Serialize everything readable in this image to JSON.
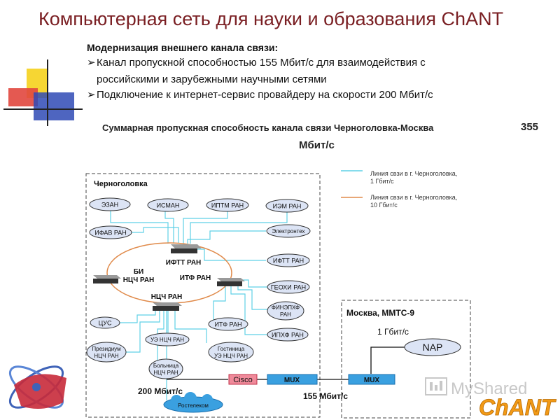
{
  "header": {
    "title": "Компьютерная сеть для науки и образования ChANT",
    "subheading": "Модернизация внешнего канала связи:",
    "bullets": [
      "Канал пропускной способностью 155 Мбит/с для взаимодействия с",
      "российскими и зарубежными научными сетями",
      "Подключение к интернет-сервис провайдеру на скорости 200 Мбит/с"
    ],
    "bullet_marker": "➢",
    "total_label": "Суммарная пропускная способность канала связи Черноголовка-Москва",
    "total_value": "355",
    "total_unit": "Мбит/с"
  },
  "legend": {
    "line1_a": "Линия свзи в г. Черноголовка,",
    "line1_b": "1 Гбит/с",
    "line2_a": "Линия свзи в г. Черноголовка,",
    "line2_b": "10 Гбит/с"
  },
  "diagram": {
    "region_chg": "Черноголовка",
    "region_msk": "Москва, ММТС-9",
    "nodes": {
      "ezan": "ЭЗАН",
      "isman": "ИСМАН",
      "iptm": "ИПТМ РАН",
      "iem": "ИЭМ РАН",
      "ifav": "ИФАВ РАН",
      "elektronteh": "Электронтех",
      "ift": "ИФТТ РАН",
      "geohi": "ГЕОХИ РАН",
      "finehf_a": "ФИНЭПХФ",
      "finehf_b": "РАН",
      "itf": "ИТФ РАН",
      "iphf": "ИПХФ РАН",
      "cus": "ЦУС",
      "prez_a": "Президиум",
      "prez_b": "НЦЧ РАН",
      "ue": "УЭ НЦЧ РАН",
      "bol_a": "Больница",
      "bol_b": "НЦЧ РАН",
      "gost_a": "Гостиница",
      "gost_b": "УЭ НЦЧ РАН",
      "rostelecom": "Ростелеком",
      "nap": "NAP"
    },
    "switches": {
      "ifttran": "ИФТТ РАН",
      "bi_a": "БИ",
      "bi_b": "НЦЧ РАН",
      "itfran": "ИТФ РАН",
      "ncch": "НЦЧ РАН"
    },
    "devices": {
      "cisco": "Cisco",
      "mux1": "MUX",
      "mux2": "MUX"
    },
    "speeds": {
      "s200": "200 Мбит/с",
      "s155": "155 Мбит/с",
      "s1g": "1 Гбит/с"
    }
  },
  "watermark": {
    "myshared": "MyShared",
    "chant": "ChANT"
  },
  "colors": {
    "title": "#7a1f23",
    "cyan_line": "#5fd0e6",
    "orange_line": "#e08a4a",
    "node_fill": "#dce4f5",
    "mux_fill": "#3aa0e0",
    "cisco_fill": "#f08a9a",
    "chant_orange": "#f29a16"
  }
}
